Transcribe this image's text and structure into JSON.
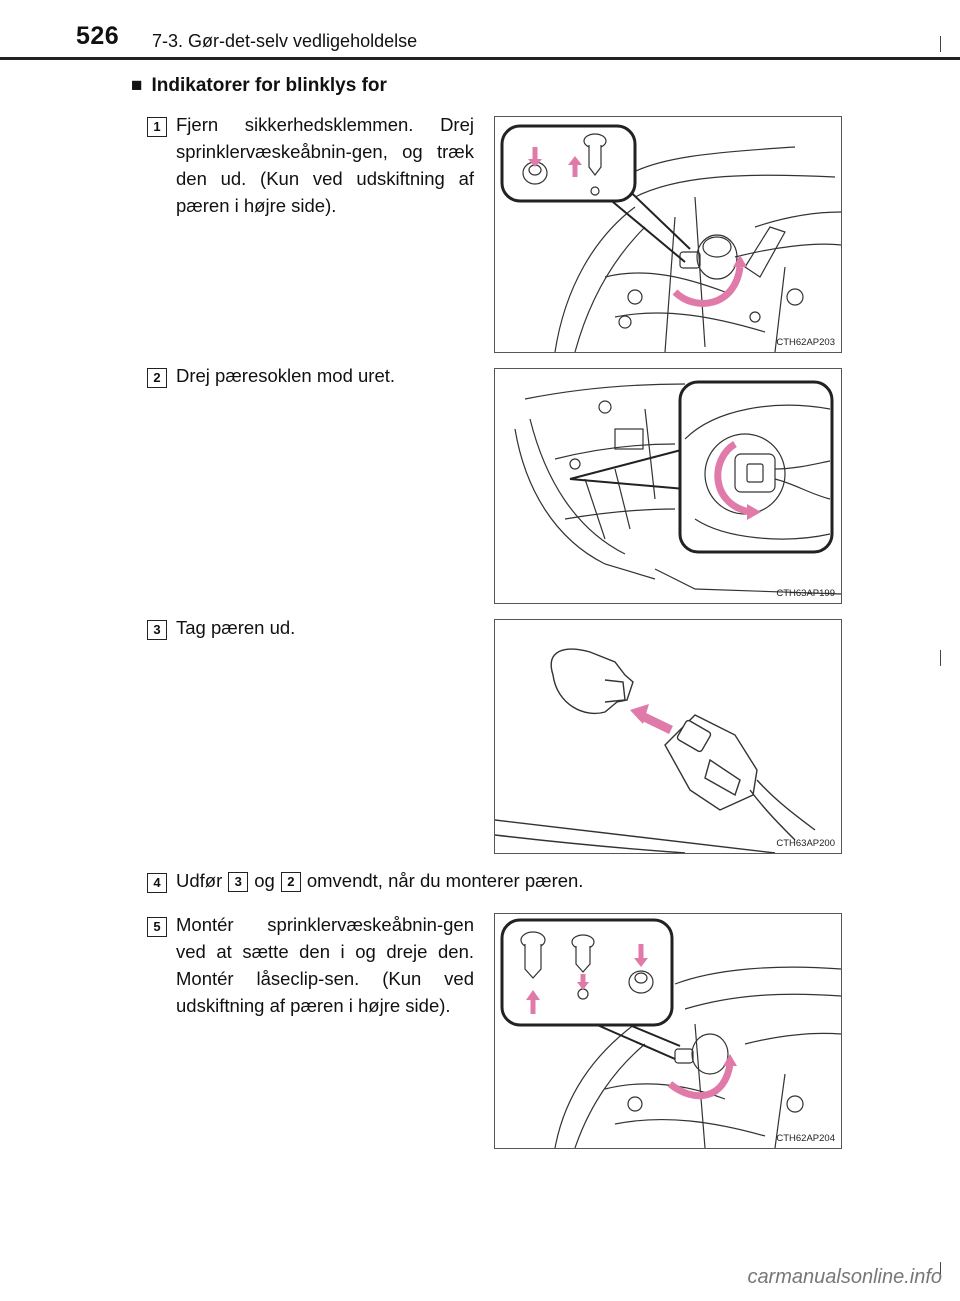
{
  "header": {
    "page_number": "526",
    "chapter": "7-3. Gør-det-selv vedligeholdelse"
  },
  "section": {
    "bullet": "■",
    "heading": "Indikatorer for blinklys for"
  },
  "steps": [
    {
      "num": "1",
      "text": "Fjern sikkerhedsklemmen. Drej sprinklervæskeåbnin-gen, og træk den ud. (Kun ved udskiftning af pæren i højre side)."
    },
    {
      "num": "2",
      "text": "Drej pæresoklen mod uret."
    },
    {
      "num": "3",
      "text": "Tag pæren ud."
    },
    {
      "num": "4",
      "text_a": "Udfør",
      "ref_a": "3",
      "text_b": "og",
      "ref_b": "2",
      "text_c": "omvendt, når du monterer pæren."
    },
    {
      "num": "5",
      "text": "Montér sprinklervæskeåbnin-gen ved at sætte den i og dreje den. Montér låseclip-sen. (Kun ved udskiftning af pæren i højre side)."
    }
  ],
  "figures": [
    {
      "code": "CTH62AP203"
    },
    {
      "code": "CTH63AP199"
    },
    {
      "code": "CTH63AP200"
    },
    {
      "code": "CTH62AP204"
    }
  ],
  "watermark": "carmanualsonline.info",
  "colors": {
    "arrow_pink": "#e07aa8",
    "line": "#222222"
  }
}
